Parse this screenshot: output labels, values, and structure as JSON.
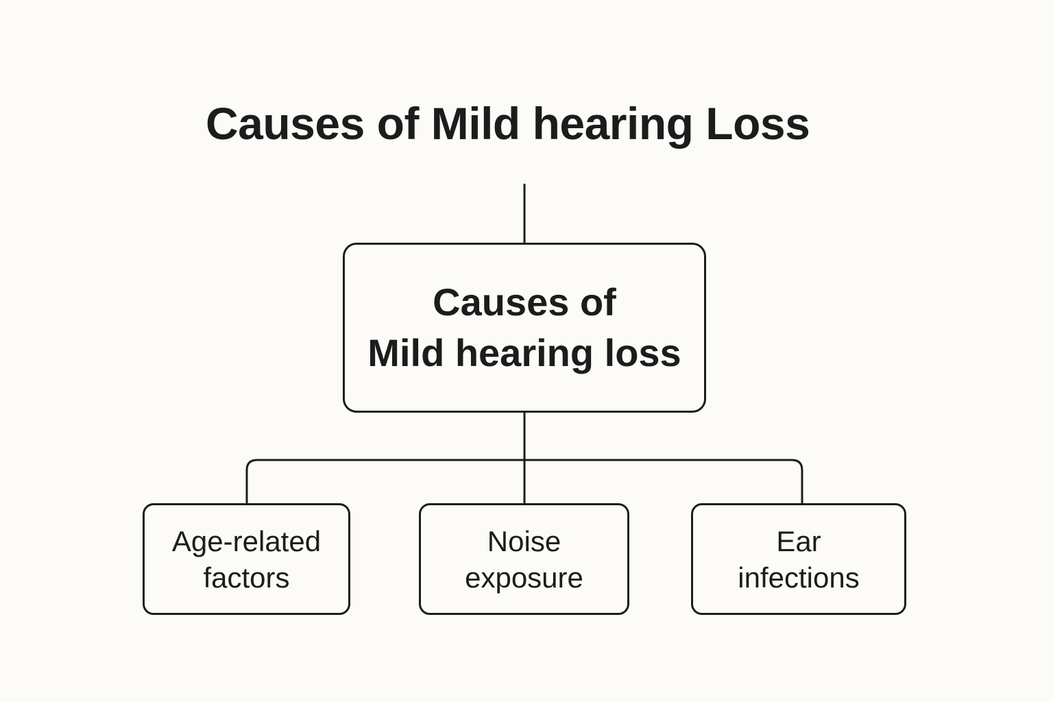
{
  "title": "Causes of Mild hearing Loss",
  "root": {
    "line1": "Causes of",
    "line2": "Mild hearing loss"
  },
  "children": [
    {
      "line1": "Age-related",
      "line2": "factors"
    },
    {
      "line1": "Noise",
      "line2": "exposure"
    },
    {
      "line1": "Ear",
      "line2": "infections"
    }
  ],
  "colors": {
    "background": "#fcfbf7",
    "stroke": "#1c1c1c",
    "text": "#1c1c1c"
  }
}
